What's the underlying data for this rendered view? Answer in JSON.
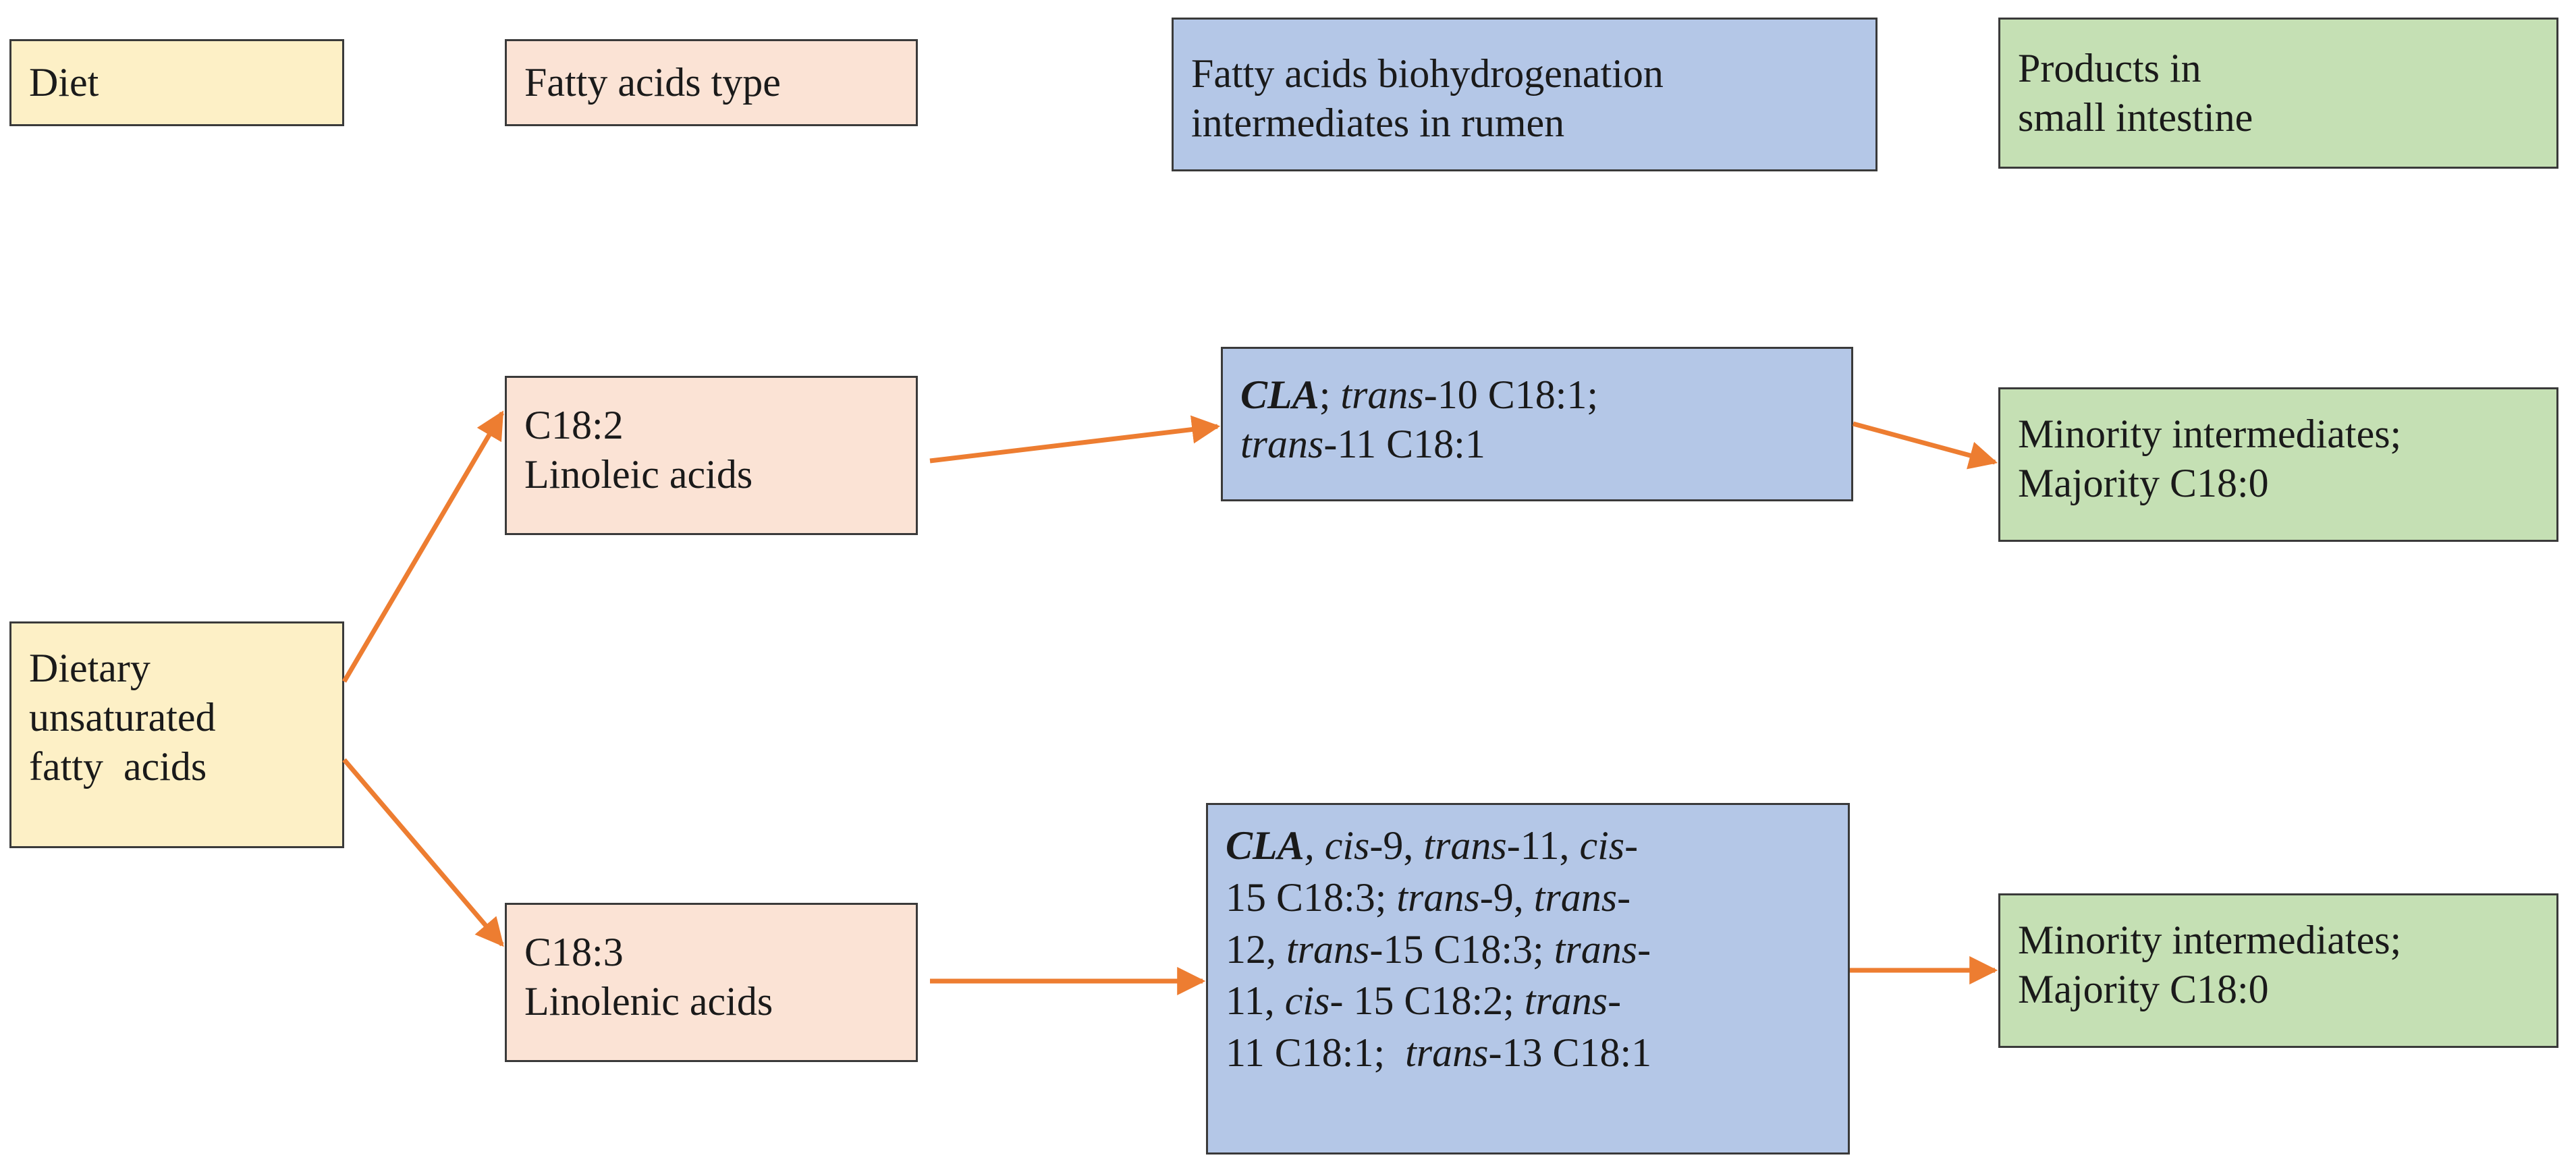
{
  "headers": {
    "diet": "Diet",
    "fatty_acids_type": "Fatty acids type",
    "rumen": [
      "Fatty acids biohydrogenation",
      "intermediates in rumen"
    ],
    "intestine": [
      "Products in",
      "small intestine"
    ]
  },
  "diet_box": [
    "Dietary",
    "unsaturated",
    "fatty  acids"
  ],
  "upper": {
    "type": [
      "C18:2",
      "Linoleic acids"
    ],
    "intermediates": [
      [
        {
          "t": "CLA",
          "s": "bi"
        },
        {
          "t": "; ",
          "s": "n"
        },
        {
          "t": "trans",
          "s": "i"
        },
        {
          "t": "-10 C18:1;",
          "s": "n"
        }
      ],
      [
        {
          "t": "trans",
          "s": "i"
        },
        {
          "t": "-11 C18:1",
          "s": "n"
        }
      ]
    ],
    "products": [
      "Minority intermediates;",
      "Majority C18:0"
    ]
  },
  "lower": {
    "type": [
      "C18:3",
      "Linolenic acids"
    ],
    "intermediates": [
      [
        {
          "t": "CLA",
          "s": "bi"
        },
        {
          "t": ", ",
          "s": "i"
        },
        {
          "t": "cis",
          "s": "i"
        },
        {
          "t": "-9, ",
          "s": "n"
        },
        {
          "t": "trans",
          "s": "i"
        },
        {
          "t": "-11, ",
          "s": "n"
        },
        {
          "t": "cis",
          "s": "i"
        },
        {
          "t": "-",
          "s": "n"
        }
      ],
      [
        {
          "t": "15 C18:3; ",
          "s": "n"
        },
        {
          "t": "trans",
          "s": "i"
        },
        {
          "t": "-9, ",
          "s": "n"
        },
        {
          "t": "trans",
          "s": "i"
        },
        {
          "t": "-",
          "s": "n"
        }
      ],
      [
        {
          "t": "12, ",
          "s": "n"
        },
        {
          "t": "trans",
          "s": "i"
        },
        {
          "t": "-15 C18:3; ",
          "s": "n"
        },
        {
          "t": "trans",
          "s": "i"
        },
        {
          "t": "-",
          "s": "n"
        }
      ],
      [
        {
          "t": "11, ",
          "s": "n"
        },
        {
          "t": "cis",
          "s": "i"
        },
        {
          "t": "- 15 C18:2; ",
          "s": "n"
        },
        {
          "t": "trans",
          "s": "i"
        },
        {
          "t": "-",
          "s": "n"
        }
      ],
      [
        {
          "t": "11 C18:1;  ",
          "s": "n"
        },
        {
          "t": "trans",
          "s": "i"
        },
        {
          "t": "-13 C18:1",
          "s": "n"
        }
      ]
    ],
    "products": [
      "Minority intermediates;",
      "Majority C18:0"
    ]
  },
  "colors": {
    "arrow": "#ed7d31",
    "diet_fill": "#fdf0c6",
    "type_fill": "#fbe3d5",
    "rumen_fill": "#b4c7e7",
    "intestine_fill": "#c5e0b4"
  }
}
